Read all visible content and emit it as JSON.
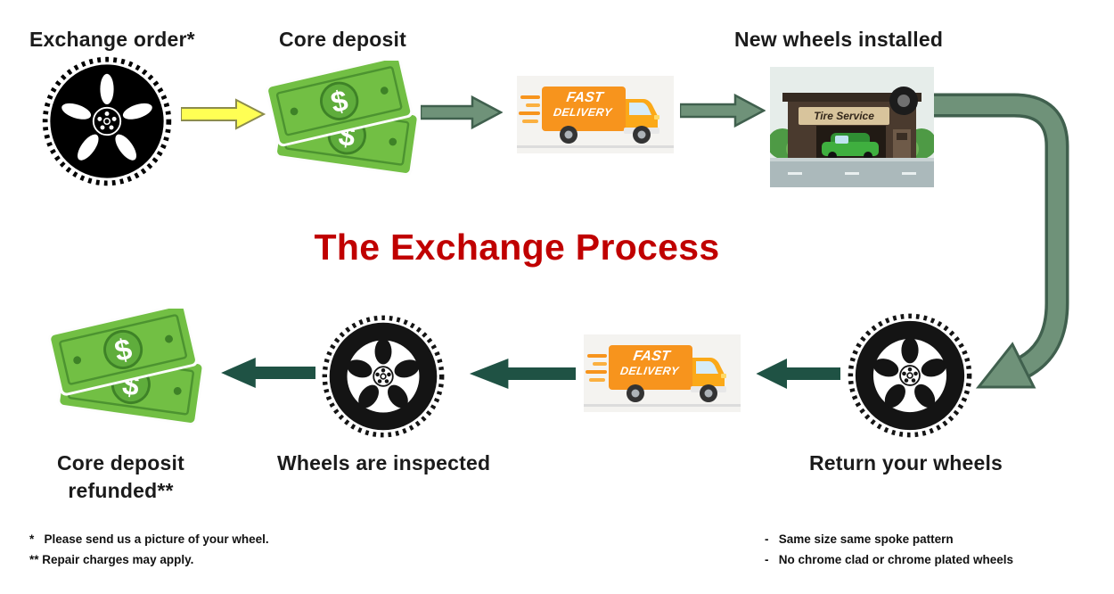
{
  "title": "The Exchange Process",
  "colors": {
    "title": "#C00000",
    "arrow_yellow": "#FFFF54",
    "arrow_yellow_outline": "#8C8C4C",
    "arrow_sage": "#6F9279",
    "arrow_sage_outline": "#40604E",
    "arrow_dark": "#1F5244",
    "money_green": "#72BF44",
    "truck_orange": "#F7941D"
  },
  "steps": {
    "exchange_order": "Exchange order*",
    "core_deposit": "Core deposit",
    "new_wheels": "New wheels installed",
    "return_wheels": "Return your wheels",
    "inspected": "Wheels are inspected",
    "refund_line1": "Core deposit",
    "refund_line2": "refunded**"
  },
  "truck": {
    "line1": "FAST",
    "line2": "DELIVERY"
  },
  "shop": {
    "sign": "Tire Service"
  },
  "money": {
    "symbol": "$"
  },
  "footnotes": {
    "left1": "*   Please send us a picture of your wheel.",
    "left2": "** Repair charges may apply.",
    "right1": "-   Same size same spoke pattern",
    "right2": "-   No chrome clad or chrome plated wheels"
  }
}
